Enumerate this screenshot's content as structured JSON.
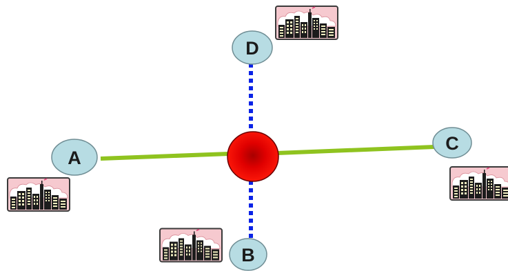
{
  "nodes": {
    "a": {
      "label": "A"
    },
    "b": {
      "label": "B"
    },
    "c": {
      "label": "C"
    },
    "d": {
      "label": "D"
    }
  },
  "colors": {
    "node_fill": "#b7dce3",
    "node_stroke": "#6f8d94",
    "horizontal_link": "#8fc31f",
    "vertical_link": "#0a23e6",
    "hub_light": "#ff2a1a",
    "hub_dark": "#b30000",
    "sky": "#f6c9cf",
    "cloud": "#ffffff",
    "building_dark": "#1c1c1c",
    "building_light": "#f3f0c2"
  },
  "icons": {
    "city": "city-skyline-icon",
    "hub": "hub-node-icon"
  }
}
